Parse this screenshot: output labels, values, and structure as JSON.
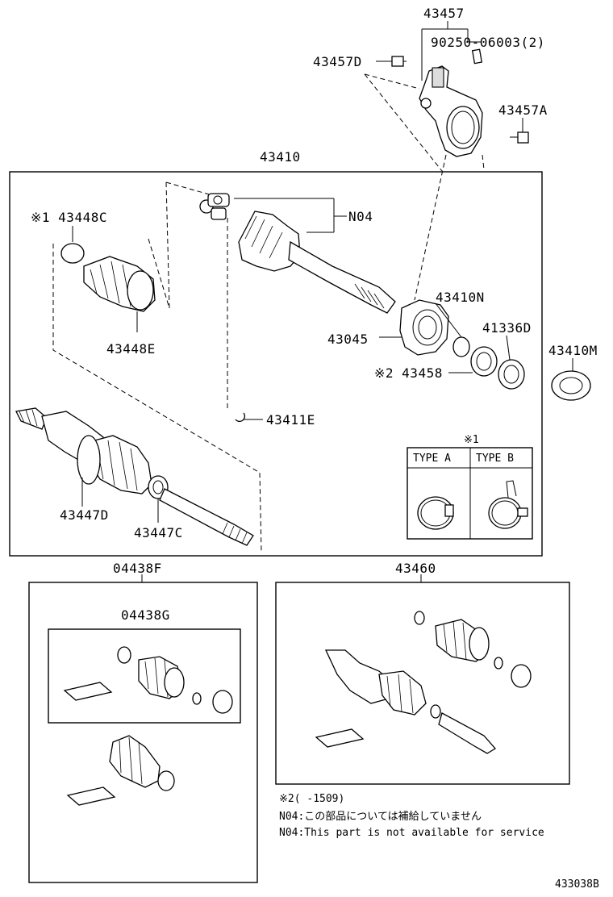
{
  "labels": {
    "p43457": "43457",
    "p90250": "90250-06003(2)",
    "p43457D": "43457D",
    "p43457A": "43457A",
    "p43410": "43410",
    "p43448C": "※1 43448C",
    "pN04": "N04",
    "p43448E": "43448E",
    "p43410N": "43410N",
    "p43045": "43045",
    "p41336D": "41336D",
    "p43410M": "43410M",
    "p43458": "※2 43458",
    "p43411E": "43411E",
    "p43447D": "43447D",
    "p43447C": "43447C",
    "p04438F": "04438F",
    "p04438G": "04438G",
    "p43460": "43460"
  },
  "type_table": {
    "marker": "※1",
    "type_a": "TYPE  A",
    "type_b": "TYPE  B"
  },
  "notes": {
    "note2": "※2(    -1509)",
    "n04_jp": "N04:この部品については補給していません",
    "n04_en": "N04:This part is not available for service"
  },
  "figure_id": "433038B"
}
